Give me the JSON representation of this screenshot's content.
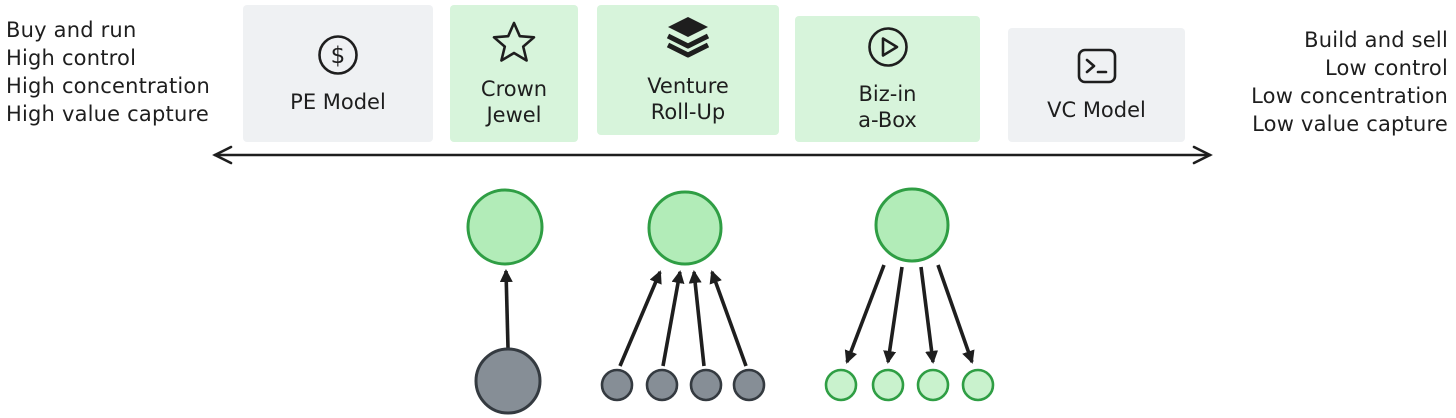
{
  "left_caption": {
    "lines": [
      "Buy and run",
      "High control",
      "High concentration",
      "High value capture"
    ]
  },
  "right_caption": {
    "lines": [
      "Build and sell",
      "Low control",
      "Low concentration",
      "Low value capture"
    ]
  },
  "models": [
    {
      "label": "PE Model",
      "icon": "dollar-circle-icon",
      "theme": "gray"
    },
    {
      "label": "Crown\nJewel",
      "icon": "star-icon",
      "theme": "green"
    },
    {
      "label": "Venture\nRoll-Up",
      "icon": "layers-icon",
      "theme": "green"
    },
    {
      "label": "Biz-in\na-Box",
      "icon": "play-circle-icon",
      "theme": "green"
    },
    {
      "label": "VC Model",
      "icon": "terminal-icon",
      "theme": "gray"
    }
  ],
  "axis": {
    "type": "double-headed-arrow",
    "left_end_meaning": "Buy and run / High control / High concentration / High value capture",
    "right_end_meaning": "Build and sell / Low control / Low concentration / Low value capture"
  },
  "structures": [
    {
      "name": "crown-jewel",
      "top_node": "green",
      "bottom_nodes": [
        "gray"
      ],
      "arrow_direction": "up"
    },
    {
      "name": "venture-roll-up",
      "top_node": "green",
      "bottom_nodes": [
        "gray",
        "gray",
        "gray",
        "gray"
      ],
      "arrow_direction": "up"
    },
    {
      "name": "biz-in-a-box",
      "top_node": "green",
      "bottom_nodes": [
        "green",
        "green",
        "green",
        "green"
      ],
      "arrow_direction": "down"
    }
  ],
  "colors": {
    "ink": "#1e1e1e",
    "card_gray": "#eff1f3",
    "card_green": "#d7f4db",
    "node_green_fill": "#b2ecb8",
    "node_green_stroke": "#2f9e44",
    "node_gray_fill": "#868e96",
    "node_gray_stroke": "#343a40",
    "small_green_fill": "#c9f2cd"
  }
}
